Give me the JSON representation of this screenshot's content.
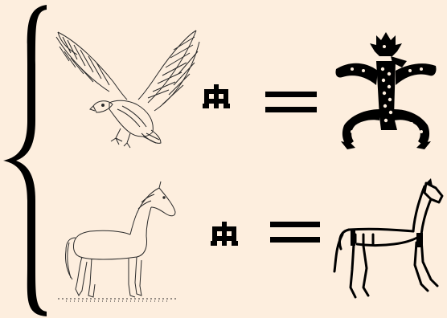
{
  "rows": [
    {
      "realistic": "eagle-realistic-drawing",
      "symbol": "glyph-symbol",
      "relation": "equals-sign",
      "pictograph": "eagle-pictograph"
    },
    {
      "realistic": "horse-realistic-drawing",
      "symbol": "glyph-symbol",
      "relation": "equals-sign",
      "pictograph": "horse-pictograph"
    }
  ],
  "colors": {
    "background": "#fdeede",
    "ink": "#000000",
    "sketch": "#2a2a2a"
  }
}
